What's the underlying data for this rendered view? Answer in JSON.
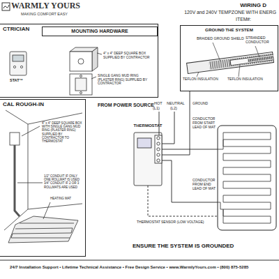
{
  "diagram": {
    "nodes": [
      {
        "text": [
          "CTRICIAN"
        ]
      },
      {
        "text": [
          "MOUNTING HARDWARE"
        ],
        "in": 0
      },
      {
        "text": [
          "CAL ROUGH-IN"
        ]
      },
      {
        "text": [
          "GROUND THE SYSTEM"
        ]
      },
      {
        "text": [
          "THERMOSTAT"
        ]
      }
    ],
    "labels": [
      "WARMLY YOURS",
      "MAKING COMFORT EASY",
      "WIRING D",
      "120V and 240V TEMPZONE WITH ENERG",
      "ITEM#:",
      "4\" x 4\" DEEP SQUARE BOX SUPPLIED BY CONTRACTOR",
      "SINGLE GANG MUD RING (PLASTER RING) SUPPLIED BY CONTRACTOR",
      "STAT™",
      "4\" x 4\" DEEP SQUARE BOX WITH SINGLE GANG MUD RING (PLASTER RING) SUPPLIED BY CONTRACTOR TO THERMOSTAT",
      "1/2\" CONDUIT IF ONLY ONE ROLLMAT IS USED 3/4\" CONDUIT IF 2 OR 3 ROLLMATS ARE USED",
      "HEATING MAT",
      "FROM POWER SOURCE",
      "HOT",
      "(L1)",
      "NEUTRAL",
      "(L2)",
      "BRAIDED GROUND SHIELD",
      "STRANDED CONDUCTOR",
      "TEFLON INSULATION",
      "TEFLON INSULATION",
      "GROUND",
      "CONDUCTOR FROM START LEAD OF MAT",
      "CONDUCTOR FROM END LEAD OF MAT",
      "THERMOSTAT SENSOR (LOW VOLTAGE)",
      "ENSURE THE SYSTEM IS GROUNDED",
      "24/7 Installation Support • Lifetime Technical Assistance • Free Design Service • www.WarmlyYours.com • (800) 875-5285"
    ]
  }
}
